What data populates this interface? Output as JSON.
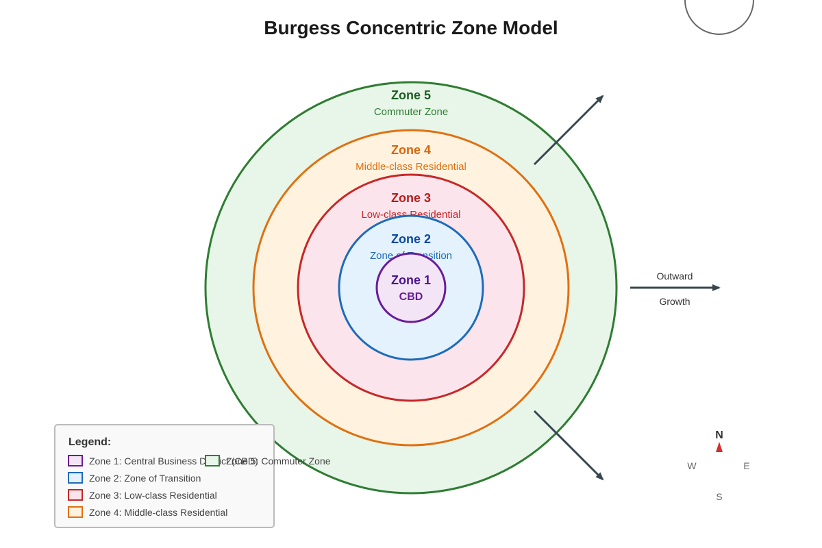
{
  "title": "Burgess Concentric Zone Model",
  "zones": [
    {
      "name": "Zone 5",
      "desc": "Commuter Zone",
      "stroke": "#2e7d32",
      "fill": "#e8f5e9",
      "text": "#1b5e20",
      "desc_color": "#2e7d32"
    },
    {
      "name": "Zone 4",
      "desc": "Middle-class Residential",
      "stroke": "#e07010",
      "fill": "#fff3e0",
      "text": "#d9650b",
      "desc_color": "#e07010"
    },
    {
      "name": "Zone 3",
      "desc": "Low-class Residential",
      "stroke": "#c62828",
      "fill": "#fce4ec",
      "text": "#b71c1c",
      "desc_color": "#c62828"
    },
    {
      "name": "Zone 2",
      "desc": "Zone of Transition",
      "stroke": "#1e6bb8",
      "fill": "#e3f2fd",
      "text": "#0d47a1",
      "desc_color": "#1e6bb8"
    },
    {
      "name": "Zone 1",
      "desc": "CBD",
      "stroke": "#6a1b9a",
      "fill": "#f3e5f5",
      "text": "#4a148c",
      "desc_color": "#6a1b9a"
    }
  ],
  "growth": {
    "line1": "Outward",
    "line2": "Growth"
  },
  "arrow_color": "#37474f",
  "legend": {
    "title": "Legend:",
    "items": [
      {
        "label": "Zone 1: Central Business District (CBD)",
        "stroke": "#6a1b9a",
        "fill": "#f3e5f5"
      },
      {
        "label": "Zone 2: Zone of Transition",
        "stroke": "#1e6bb8",
        "fill": "#e3f2fd"
      },
      {
        "label": "Zone 3: Low-class Residential",
        "stroke": "#c62828",
        "fill": "#fce4ec"
      },
      {
        "label": "Zone 4: Middle-class Residential",
        "stroke": "#e07010",
        "fill": "#fff3e0"
      },
      {
        "label": "Zone 5: Commuter Zone",
        "stroke": "#2e7d32",
        "fill": "#e8f5e9"
      }
    ]
  },
  "compass": {
    "n": "N",
    "e": "E",
    "s": "S",
    "w": "W",
    "needle_color": "#d32f2f"
  }
}
